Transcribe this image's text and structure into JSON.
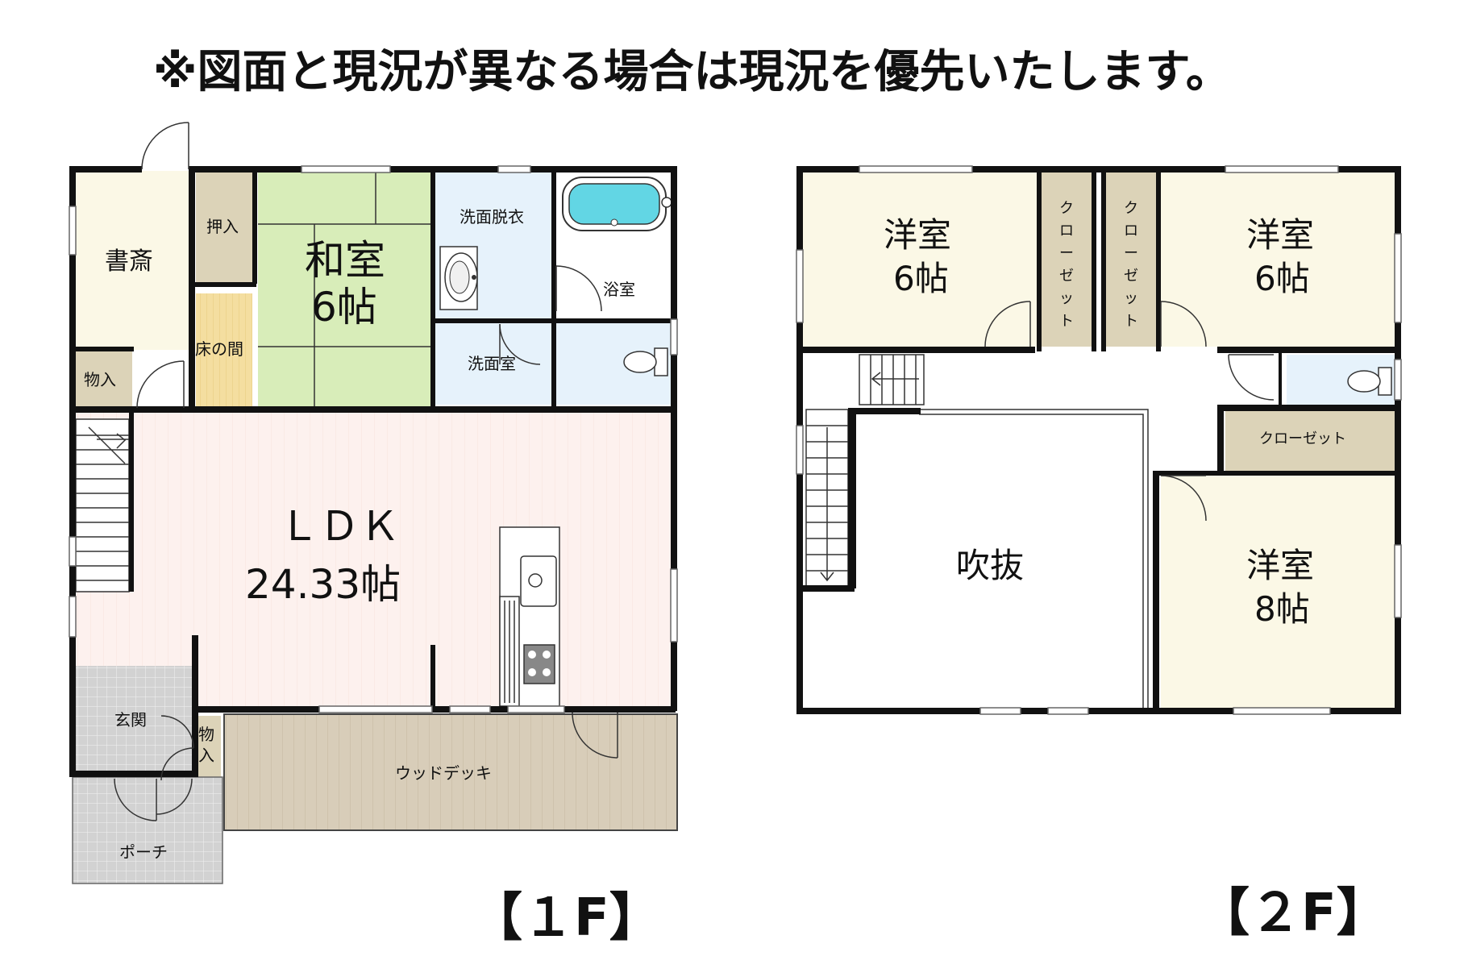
{
  "notice": "※図面と現況が異なる場合は現況を優先いたします。",
  "floors": {
    "first": {
      "label": "【１F】",
      "rooms": {
        "study": "書斎",
        "oshiire": "押入",
        "washitsu_name": "和室",
        "washitsu_size": "6帖",
        "tokonoma": "床の間",
        "storage_hall": "物入",
        "dressing": "洗面脱衣",
        "bath": "浴室",
        "washroom": "洗面室",
        "ldk_name": "ＬＤＫ",
        "ldk_size": "24.33帖",
        "entrance": "玄関",
        "storage_entrance_1": "物",
        "storage_entrance_2": "入",
        "wood_deck": "ウッドデッキ",
        "porch": "ポーチ"
      }
    },
    "second": {
      "label": "【２F】",
      "rooms": {
        "western_a_name": "洋室",
        "western_a_size": "6帖",
        "western_b_name": "洋室",
        "western_b_size": "6帖",
        "closet_vertical_chars": [
          "ク",
          "ロ",
          "ー",
          "ゼ",
          "ッ",
          "ト"
        ],
        "closet_horizontal": "クローゼット",
        "void": "吹抜",
        "western_c_name": "洋室",
        "western_c_size": "8帖"
      }
    }
  },
  "colors": {
    "study": "#fbf8e6",
    "oshiire": "#dcd3b8",
    "tatami": "#d8edb9",
    "tokonoma": "#f4dea0",
    "water": "#e6f2fb",
    "bathtub": "#62d6e4",
    "ldk": "#fdf1ee",
    "entrance": "#d2d2d2",
    "deck": "#d8cdb9",
    "western": "#fbf8e6",
    "closet": "#dcd3b8",
    "corridor": "#ffffff"
  }
}
